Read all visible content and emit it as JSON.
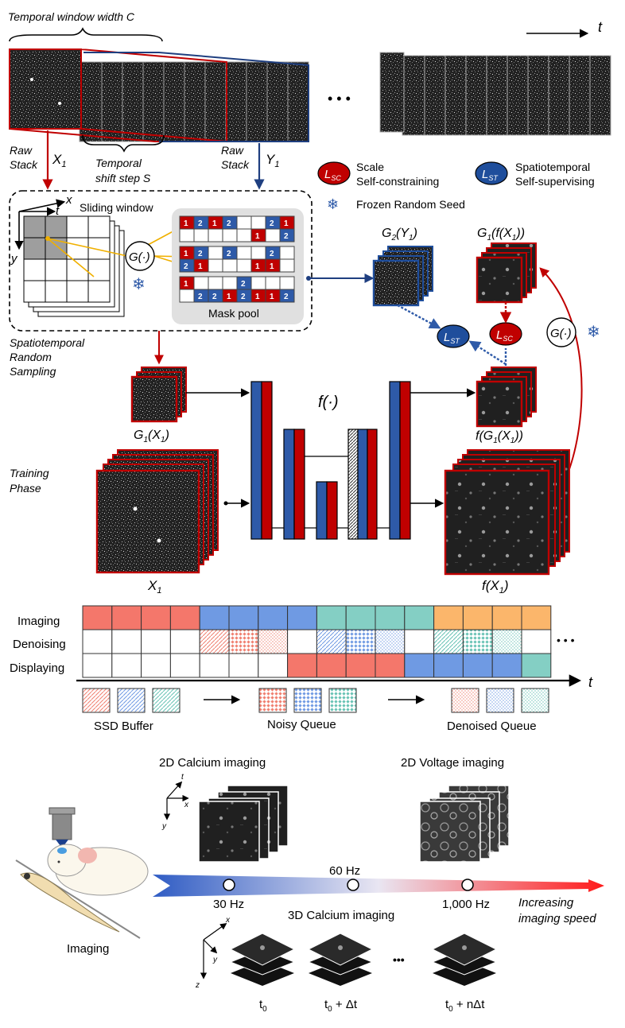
{
  "top": {
    "temporal_window_label": "Temporal window width C",
    "time_axis_label": "t",
    "ellipsis": "• • •",
    "raw_stack_x_label_1": "Raw",
    "raw_stack_x_label_2": "Stack",
    "x1_var": "X",
    "x1_sub": "1",
    "shift_label_1": "Temporal",
    "shift_label_2": "shift step S",
    "raw_stack_y_label_1": "Raw",
    "raw_stack_y_label_2": "Stack",
    "y1_var": "Y",
    "y1_sub": "1"
  },
  "legend": {
    "lsc_L": "L",
    "lsc_sub": "SC",
    "lsc_text_1": "Scale",
    "lsc_text_2": "Self-constraining",
    "lst_L": "L",
    "lst_sub": "ST",
    "lst_text_1": "Spatiotemporal",
    "lst_text_2": "Self-supervising",
    "frozen_seed": "Frozen Random Seed",
    "snowflake": "❄"
  },
  "sampling": {
    "sliding_window": "Sliding window",
    "axis_x": "x",
    "axis_t": "t",
    "axis_y": "y",
    "g_operator": "G(·)",
    "mask_pool": "Mask pool",
    "section_label_1": "Spatiotemporal",
    "section_label_2": "Random",
    "section_label_3": "Sampling",
    "mask_row_1": [
      "1",
      "2",
      "1",
      "2",
      "",
      "",
      "2",
      "1"
    ],
    "mask_row_2": [
      "",
      "",
      "",
      "",
      "",
      "1",
      "",
      "2"
    ],
    "mask_row_3": [
      "1",
      "2",
      "",
      "2",
      "",
      "",
      "2",
      ""
    ],
    "mask_row_4": [
      "2",
      "1",
      "",
      "",
      "",
      "1",
      "1",
      ""
    ],
    "mask_row_5": [
      "1",
      "",
      "",
      "",
      "2",
      "",
      "",
      ""
    ],
    "mask_row_6": [
      "",
      "2",
      "2",
      "1",
      "2",
      "1",
      "1",
      "2"
    ]
  },
  "training": {
    "g2y1_label": "G",
    "g2y1_sub": "2",
    "g2y1_rest": "(Y",
    "g2y1_sub2": "1",
    "g2y1_end": ")",
    "g1fx1_label": "G",
    "g1fx1_sub": "1",
    "g1fx1_rest": "(f(X",
    "g1fx1_sub2": "1",
    "g1fx1_end": "))",
    "lst_node_L": "L",
    "lst_node_sub": "ST",
    "lsc_node_L": "L",
    "lsc_node_sub": "SC",
    "g_operator": "G(·)",
    "g1x1_label": "G",
    "g1x1_sub": "1",
    "g1x1_rest": "(X",
    "g1x1_sub2": "1",
    "g1x1_end": ")",
    "f_label": "f(·)",
    "fg1x1_label": "f(G",
    "fg1x1_sub": "1",
    "fg1x1_rest": "(X",
    "fg1x1_sub2": "1",
    "fg1x1_end": "))",
    "phase_1": "Training",
    "phase_2": "Phase",
    "x1_var": "X",
    "x1_sub": "1",
    "fx1_var": "f(X",
    "fx1_sub": "1",
    "fx1_end": ")"
  },
  "pipeline": {
    "rows": [
      "Imaging",
      "Denoising",
      "Displaying"
    ],
    "ellipsis": "• • •",
    "time_label": "t",
    "buffers": [
      "SSD Buffer",
      "Noisy Queue",
      "Denoised Queue"
    ],
    "colors": {
      "red": "#f4776b",
      "blue": "#6f9ae3",
      "teal": "#84cfc4",
      "orange": "#fbb66b"
    }
  },
  "bottom": {
    "calcium_2d": "2D Calcium imaging",
    "voltage_2d": "2D Voltage imaging",
    "calcium_3d": "3D Calcium imaging",
    "hz_30": "30 Hz",
    "hz_60": "60 Hz",
    "hz_1000": "1,000 Hz",
    "increasing_1": "Increasing",
    "increasing_2": "imaging speed",
    "imaging": "Imaging",
    "ax_t": "t",
    "ax_x": "x",
    "ax_y": "y",
    "ax3_x": "x",
    "ax3_y": "y",
    "ax3_z": "z",
    "t0": "t",
    "t0_sub": "0",
    "t1": "t",
    "t1_sub": "0",
    "t1_rest": " + Δt",
    "t2": "t",
    "t2_sub": "0",
    "t2_rest": " + nΔt",
    "dots": "•••"
  }
}
